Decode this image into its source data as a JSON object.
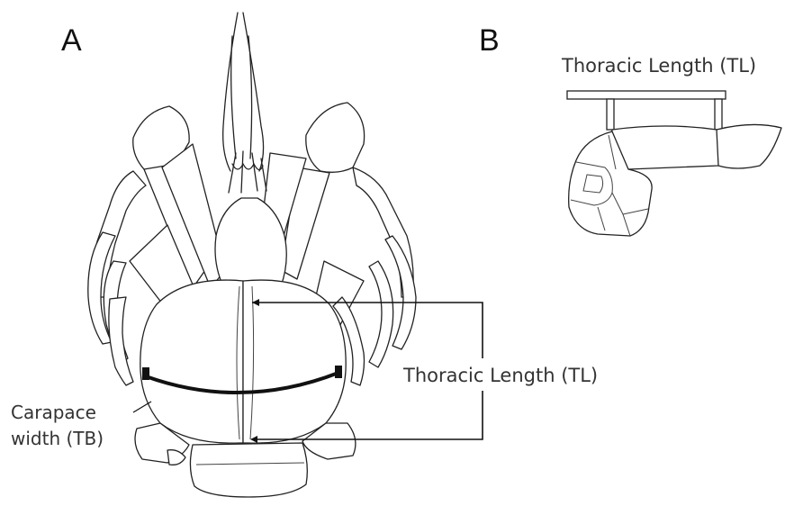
{
  "panels": {
    "a": {
      "letter": "A"
    },
    "b": {
      "letter": "B"
    }
  },
  "labels": {
    "thoracic_length_a": "Thoracic Length (TL)",
    "thoracic_length_b": "Thoracic Length (TL)",
    "carapace_width_line1": "Carapace",
    "carapace_width_line2": "width (TB)"
  }
}
